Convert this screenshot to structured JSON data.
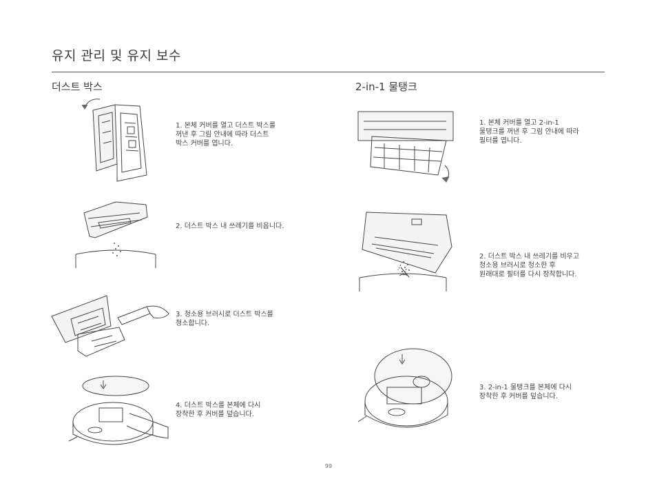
{
  "page": {
    "title": "유지 관리 및 유지 보수",
    "page_number": "99"
  },
  "left": {
    "title": "더스트 박스",
    "steps": [
      "1. 본체 커버를 열고 더스트 박스를\n꺼낸 후 그림 안내에 따라 더스트\n박스 커버를 엽니다.",
      "2. 더스트 박스 내 쓰레기를 비웁니다.",
      "3. 청소용 브러시로 더스트 박스를\n청소합니다.",
      "4. 더스트 박스를 본체에 다시\n장착한 후 커버를 덮습니다."
    ]
  },
  "right": {
    "title": "2-in-1 물탱크",
    "steps": [
      "1. 본체 커버를 열고 2-in-1\n물탱크를 꺼낸 후 그림 안내에 따라\n필터를 엽니다.",
      "2. 더스트 박스 내 쓰레기를 비우고\n청소용 브러시로 청소한 후\n원래대로 필터를 다시 장착합니다.",
      "3. 2-in-1 물탱크를 본체에 다시\n장착한 후 커버를 덮습니다."
    ]
  }
}
